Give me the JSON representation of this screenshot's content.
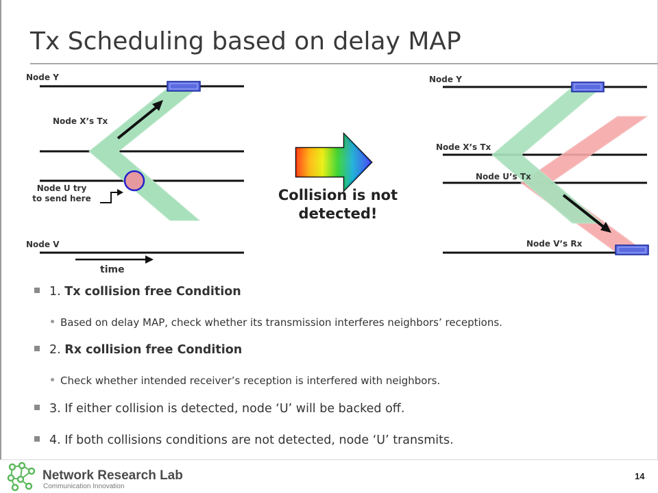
{
  "slide": {
    "title": "Tx Scheduling based on delay MAP",
    "page_number": "14"
  },
  "left_diagram": {
    "node_y": "Node Y",
    "node_x_tx": "Node X’s Tx",
    "node_u_try_line1": "Node U try",
    "node_u_try_line2": "to send here",
    "node_v": "Node V",
    "time": "time"
  },
  "center": {
    "collision_line1": "Collision is not",
    "collision_line2": "detected!"
  },
  "right_diagram": {
    "node_y": "Node Y",
    "node_x_tx": "Node X’s Tx",
    "node_u_tx": "Node U’s Tx",
    "node_v_rx": "Node V’s Rx"
  },
  "bullets": [
    {
      "prefix": "1. ",
      "bold": "Tx collision free Condition",
      "rest": ""
    },
    {
      "prefix": "2. ",
      "bold": "Rx collision free Condition",
      "rest": ""
    },
    {
      "prefix": "",
      "bold": "",
      "rest": "3. If either collision is detected, node ‘U’ will be backed off."
    },
    {
      "prefix": "",
      "bold": "",
      "rest": "4. If both collisions conditions are not detected, node ‘U’ transmits."
    }
  ],
  "sub_bullets": [
    "Based on delay MAP, check whether its transmission interferes neighbors’ receptions.",
    "Check whether intended receiver’s  reception is interfered with neighbors."
  ],
  "footer": {
    "lab_name": "Network Research Lab",
    "lab_subtitle": "Communication Innovation"
  },
  "colors": {
    "tx_band": "#a8e0bc",
    "u_band": "#f7a8a8",
    "packet": "#5a6adf",
    "collision_circle": "#2222cc",
    "logo_green": "#5cb85c"
  }
}
